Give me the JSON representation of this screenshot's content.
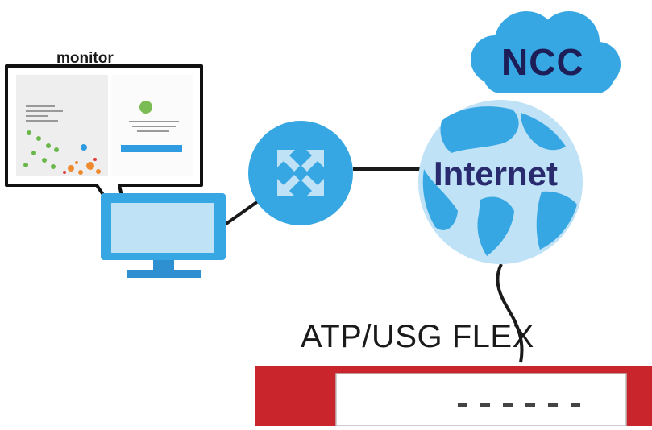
{
  "labels": {
    "monitor": "monitor",
    "cloud": "NCC",
    "globe": "Internet",
    "device": "ATP/USG FLEX"
  },
  "colors": {
    "blue": "#37a7e3",
    "light_blue": "#bfe2f7",
    "dark_blue": "#1f6fb0",
    "red": "#c9252d",
    "dark_text": "#1d1d57"
  },
  "icons": {
    "pc": "desktop-monitor-icon",
    "router": "router-icon",
    "cloud": "cloud-icon",
    "globe": "globe-icon",
    "firewall": "firewall-appliance-icon"
  }
}
